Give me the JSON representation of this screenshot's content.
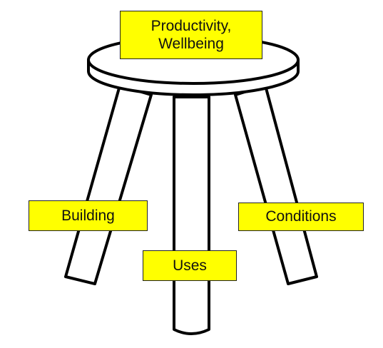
{
  "diagram": {
    "seat_label_line1": "Productivity,",
    "seat_label_line2": "Wellbeing",
    "leg_labels": {
      "left": "Building",
      "middle": "Uses",
      "right": "Conditions"
    }
  },
  "colors": {
    "label_fill": "#ffff00",
    "outline": "#000000",
    "background": "#ffffff"
  }
}
